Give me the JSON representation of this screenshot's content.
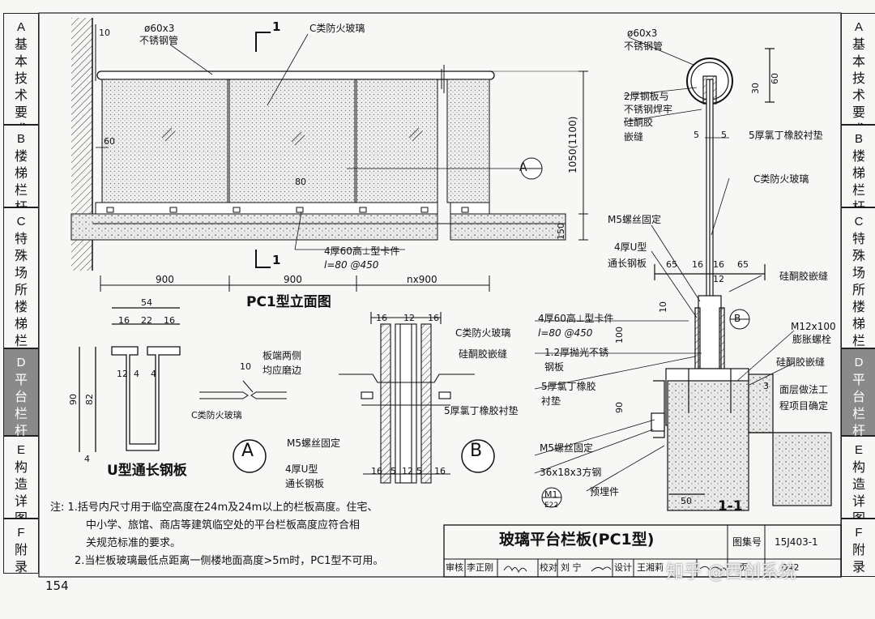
{
  "page_number": "154",
  "left_tabs": [
    {
      "letter": "A",
      "text": "基本技术要求",
      "active": false
    },
    {
      "letter": "B",
      "text": "楼梯栏杆",
      "active": false
    },
    {
      "letter": "C",
      "text": "特殊场所楼梯栏杆",
      "active": false
    },
    {
      "letter": "D",
      "text": "平台栏杆",
      "active": true
    },
    {
      "letter": "E",
      "text": "构造详图",
      "active": false
    },
    {
      "letter": "F",
      "text": "附录",
      "active": false
    }
  ],
  "right_tabs": [
    {
      "letter": "A",
      "text": "基本技术要求",
      "active": false
    },
    {
      "letter": "B",
      "text": "楼梯栏杆",
      "active": false
    },
    {
      "letter": "C",
      "text": "特殊场所楼梯栏杆",
      "active": false
    },
    {
      "letter": "D",
      "text": "平台栏杆",
      "active": true
    },
    {
      "letter": "E",
      "text": "构造详图",
      "active": false
    },
    {
      "letter": "F",
      "text": "附录",
      "active": false
    }
  ],
  "elevation": {
    "title": "PC1型立面图",
    "labels": {
      "pipe_top": "ø60x3",
      "pipe_bottom": "不锈钢管",
      "glass": "C类防火玻璃",
      "clip": "4厚60高⊥型卡件",
      "clip_spacing": "l=80 @450",
      "dim_10": "10",
      "dim_60": "60",
      "dim_80": "80",
      "dim_height": "1050(1100)",
      "dim_150": "150",
      "dim_900a": "900",
      "dim_900b": "900",
      "dim_nx900": "nx900",
      "section_mark": "1",
      "detail_a": "A"
    }
  },
  "u_plate": {
    "title": "U型通长钢板",
    "dims": {
      "w54": "54",
      "d16a": "16",
      "d22": "22",
      "d16b": "16",
      "d12": "12",
      "d4a": "4",
      "d4b": "4",
      "d90": "90",
      "d82": "82",
      "d4c": "4"
    }
  },
  "glass_edge": {
    "text1": "板端两侧",
    "text2": "均应磨边",
    "dim10": "10",
    "label": "C类防火玻璃"
  },
  "detail_a": {
    "label": "A",
    "m5": "M5螺丝固定",
    "uplate1": "4厚U型",
    "uplate2": "通长钢板"
  },
  "detail_b": {
    "label": "B",
    "glass": "C类防火玻璃",
    "silicone": "硅酮胶嵌缝",
    "rubber": "5厚氯丁橡胶衬垫",
    "dims_top": [
      "16",
      "12",
      "16"
    ],
    "dims_bottom": [
      "16",
      "5",
      "12",
      "5",
      "16"
    ]
  },
  "section": {
    "title": "1-1",
    "pipe1": "ø60x3",
    "pipe2": "不锈钢管",
    "weld1": "2厚钢板与",
    "weld2": "不锈钢焊牢",
    "sil1": "硅酮胶",
    "sil2": "嵌缝",
    "rubber_top": "5厚氯丁橡胶衬垫",
    "glass": "C类防火玻璃",
    "m5": "M5螺丝固定",
    "up1": "4厚U型",
    "up2": "通长钢板",
    "sil_right": "硅酮胶嵌缝",
    "clip1": "4厚60高⊥型卡件",
    "clip2": "l=80 @450",
    "ss1": "1.2厚抛光不锈",
    "ss2": "钢板",
    "rub1": "5厚氯丁橡胶",
    "rub2": "衬垫",
    "bolt1": "M12x100",
    "bolt2": "膨胀螺栓",
    "sil3": "硅酮胶嵌缝",
    "floor1": "面层做法工",
    "floor2": "程项目确定",
    "m5b": "M5螺丝固定",
    "steel": "36x18x3方钢",
    "embed": "预埋件",
    "m1": "M1",
    "m1b": "E22",
    "dims": {
      "d30": "30",
      "d60": "60",
      "d5a": "5",
      "d5b": "5",
      "d65a": "65",
      "d16a": "16",
      "d16b": "16",
      "d65b": "65",
      "d12": "12",
      "d10": "10",
      "d100": "100",
      "d90": "90",
      "d50": "50",
      "d3": "3"
    },
    "detail_b": "B"
  },
  "notes": {
    "line1": "注: 1.括号内尺寸用于临空高度在24m及24m以上的栏板高度。住宅、",
    "line2": "中小学、旅馆、商店等建筑临空处的平台栏板高度应符合相",
    "line3": "关规范标准的要求。",
    "line4": "2.当栏板玻璃最低点距离一侧楼地面高度>5m时，PC1型不可用。"
  },
  "title_block": {
    "title": "玻璃平台栏板(PC1型)",
    "atlas_label": "图集号",
    "atlas_no": "15J403-1",
    "review_label": "审核",
    "reviewer": "李正刚",
    "check_label": "校对",
    "checker": "刘 宁",
    "design_label": "设计",
    "designer": "王湘莉",
    "page_label": "页",
    "page_no": "D42"
  },
  "watermark": "知乎 @西创系统"
}
